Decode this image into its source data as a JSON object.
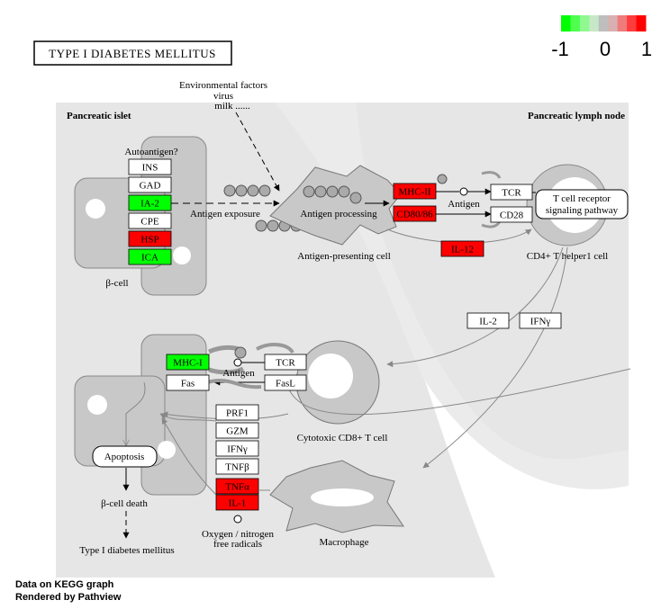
{
  "title": "TYPE I DIABETES MELLITUS",
  "legend": {
    "min_label": "-1",
    "mid_label": "0",
    "max_label": "1",
    "colors": [
      "#00ff00",
      "#4eff4e",
      "#8ff88f",
      "#c7e8c7",
      "#bebebe",
      "#d9b0b0",
      "#ef7b7b",
      "#ff3c3c",
      "#ff0000"
    ]
  },
  "regions": {
    "islet": "Pancreatic islet",
    "lymph": "Pancreatic lymph node"
  },
  "labels": {
    "env1": "Environmental factors",
    "env2": "virus",
    "env3": "milk ......",
    "autoantigen": "Autoantigen?",
    "antigen_exposure": "Antigen exposure",
    "antigen_processing": "Antigen processing",
    "apc": "Antigen-presenting cell",
    "antigen_top": "Antigen",
    "th1": "CD4+ T helper1 cell",
    "beta_cell": "β-cell",
    "antigen_mid": "Antigen",
    "ctl": "Cytotoxic CD8+ T cell",
    "bcell_death": "β-cell death",
    "t1dm": "Type I diabetes mellitus",
    "oxygen1": "Oxygen / nitrogen",
    "oxygen2": "free radicals",
    "macrophage": "Macrophage"
  },
  "genes": {
    "INS": {
      "label": "INS",
      "color": "#ffffff"
    },
    "GAD": {
      "label": "GAD",
      "color": "#ffffff"
    },
    "IA2": {
      "label": "IA-2",
      "color": "#00ff00"
    },
    "CPE": {
      "label": "CPE",
      "color": "#ffffff"
    },
    "HSP": {
      "label": "HSP",
      "color": "#ff0000"
    },
    "ICA": {
      "label": "ICA",
      "color": "#00ff00"
    },
    "MHCII": {
      "label": "MHC-II",
      "color": "#ff0000"
    },
    "CD80": {
      "label": "CD80/86",
      "color": "#ff0000"
    },
    "TCR1": {
      "label": "TCR",
      "color": "#ffffff"
    },
    "CD28": {
      "label": "CD28",
      "color": "#ffffff"
    },
    "IL12": {
      "label": "IL-12",
      "color": "#ff0000"
    },
    "IL2": {
      "label": "IL-2",
      "color": "#ffffff"
    },
    "IFNy1": {
      "label": "IFNγ",
      "color": "#ffffff"
    },
    "MHCI": {
      "label": "MHC-I",
      "color": "#00ff00"
    },
    "TCR2": {
      "label": "TCR",
      "color": "#ffffff"
    },
    "Fas": {
      "label": "Fas",
      "color": "#ffffff"
    },
    "FasL": {
      "label": "FasL",
      "color": "#ffffff"
    },
    "PRF1": {
      "label": "PRF1",
      "color": "#ffffff"
    },
    "GZM": {
      "label": "GZM",
      "color": "#ffffff"
    },
    "IFNy2": {
      "label": "IFNγ",
      "color": "#ffffff"
    },
    "TNFb": {
      "label": "TNFβ",
      "color": "#ffffff"
    },
    "TNFa": {
      "label": "TNFα",
      "color": "#ff0000"
    },
    "IL1": {
      "label": "IL-1",
      "color": "#ff0000"
    }
  },
  "nodes": {
    "tcell_pathway1": "T cell receptor",
    "tcell_pathway2": "signaling pathway",
    "apoptosis": "Apoptosis"
  },
  "footer": {
    "line1": "Data on KEGG graph",
    "line2": "Rendered by Pathview"
  }
}
